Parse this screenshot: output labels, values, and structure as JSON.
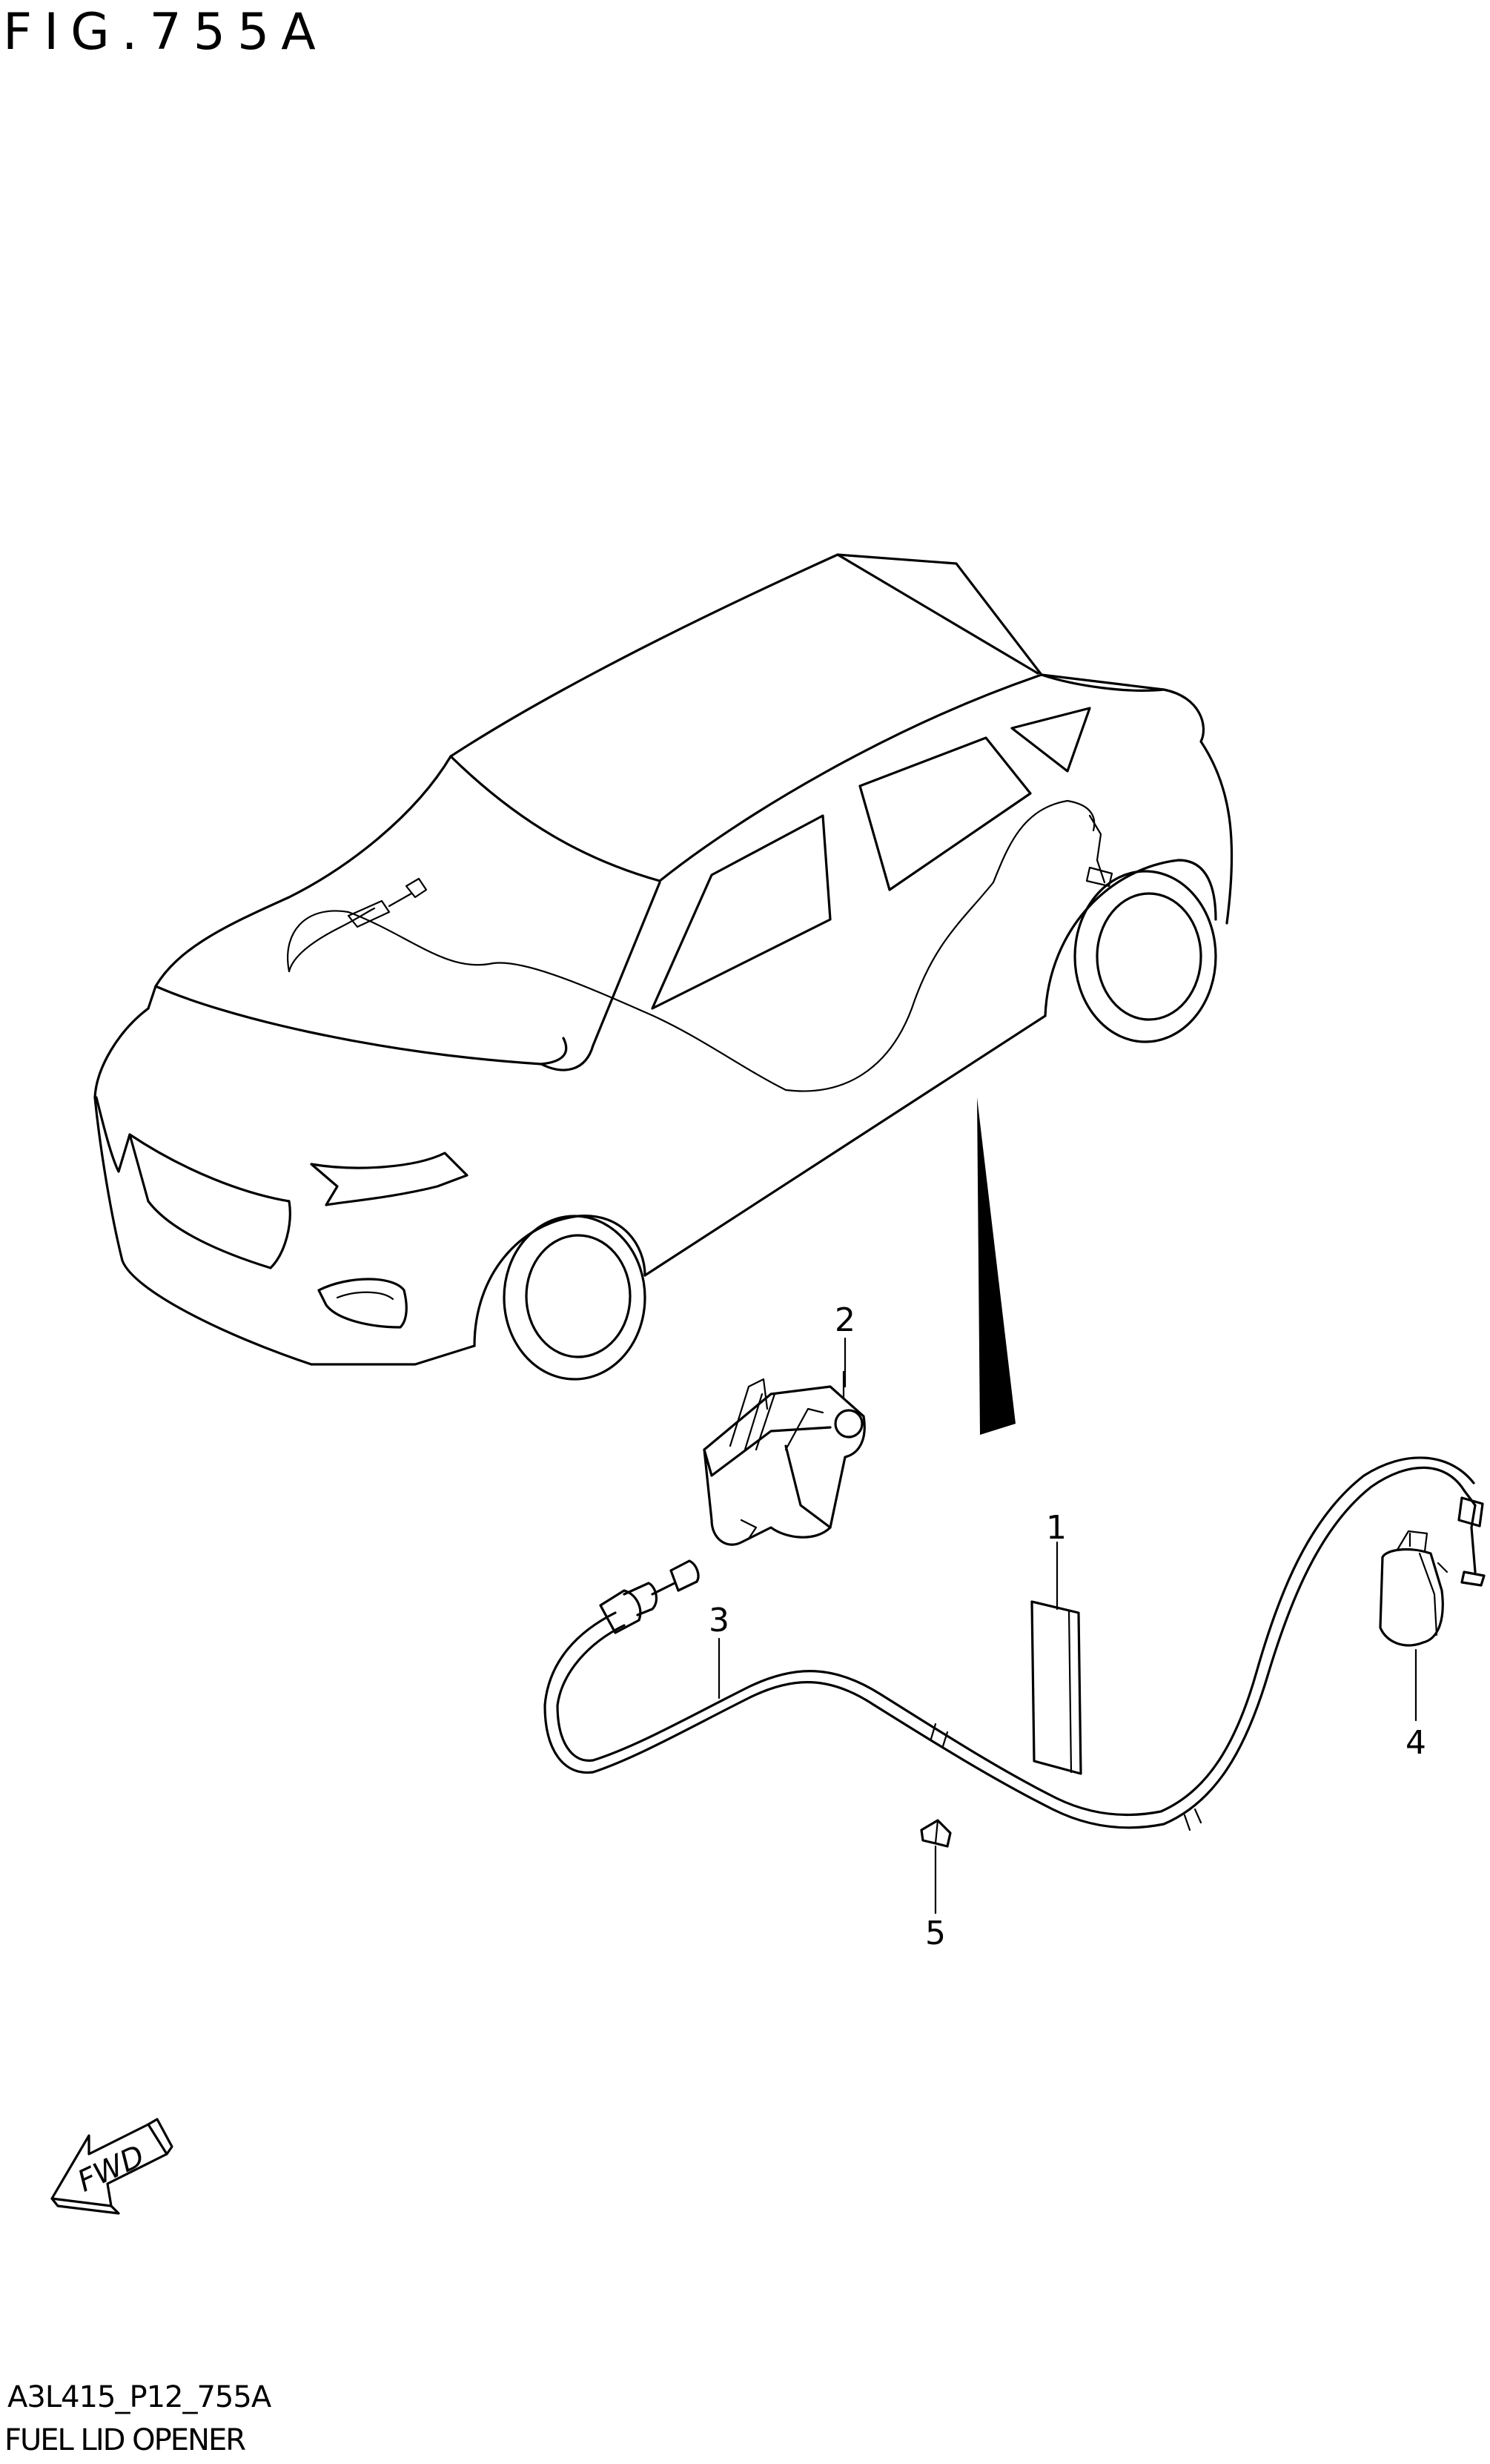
{
  "figure": {
    "title": "FIG.755A",
    "code": "A3L415_P12_755A",
    "name": "FUEL LID OPENER"
  },
  "fwd_label": "FWD",
  "callouts": [
    {
      "id": "1"
    },
    {
      "id": "2"
    },
    {
      "id": "3"
    },
    {
      "id": "4"
    },
    {
      "id": "5"
    }
  ]
}
